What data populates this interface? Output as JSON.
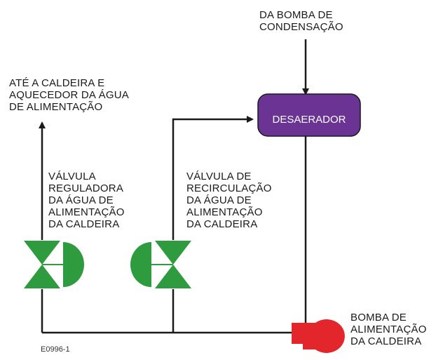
{
  "labels": {
    "condensate_source": "DA BOMBA DE\nCONDENSAÇÃO",
    "to_boiler": "ATÉ A CALDEIRA E\nAQUECEDOR DA ÁGUA\nDE ALIMENTAÇÃO",
    "deaerator": "DESAERADOR",
    "regulating_valve": "VÁLVULA\nREGULADORA\nDA ÁGUA DE\nALIMENTAÇÃO\nDA CALDEIRA",
    "recirculation_valve": "VÁLVULA DE\nRECIRCULAÇÃO\nDA ÁGUA DE\nALIMENTAÇÃO\nDA CALDEIRA",
    "feed_pump": "BOMBA DE\nALIMENTAÇÃO\nDA CALDEIRA",
    "figure_code": "E0996-1"
  },
  "colors": {
    "line": "#1a1a1a",
    "deaerator_fill": "#6a3394",
    "valve_green": "#2e9b3e",
    "pump_red": "#e3262c"
  }
}
